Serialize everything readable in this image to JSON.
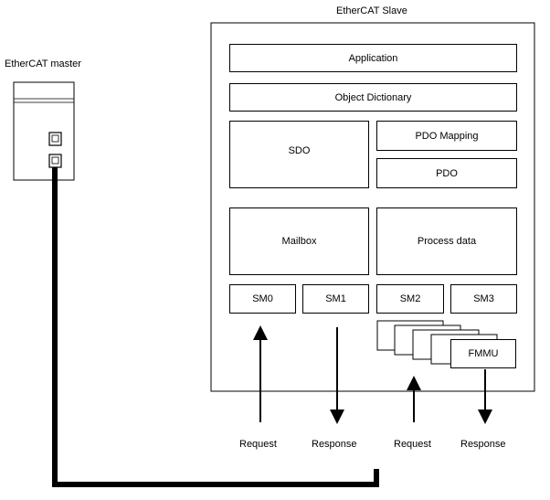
{
  "master": {
    "title": "EtherCAT master"
  },
  "slave": {
    "title": "EtherCAT Slave",
    "application": "Application",
    "object_dictionary": "Object Dictionary",
    "sdo": "SDO",
    "pdo_mapping": "PDO Mapping",
    "pdo": "PDO",
    "mailbox": "Mailbox",
    "process_data": "Process data",
    "sync_managers": [
      "SM0",
      "SM1",
      "SM2",
      "SM3"
    ],
    "fmmu": "FMMU"
  },
  "flows": {
    "request_1": "Request",
    "response_1": "Response",
    "request_2": "Request",
    "response_2": "Response"
  }
}
